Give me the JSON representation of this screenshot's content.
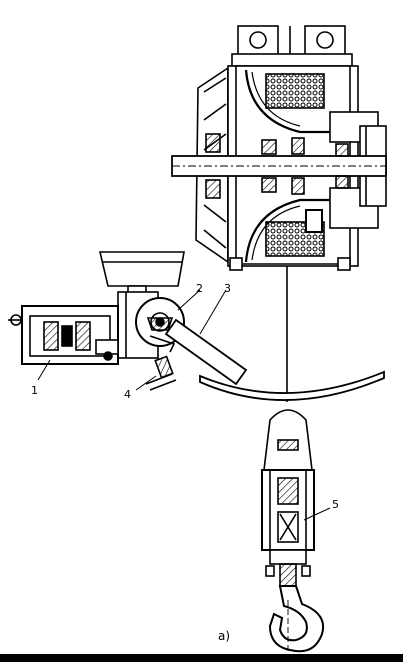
{
  "diagram": {
    "callouts": {
      "c1": "1",
      "c2": "2",
      "c3": "3",
      "c4": "4",
      "c5": "5"
    },
    "caption": "a)"
  }
}
